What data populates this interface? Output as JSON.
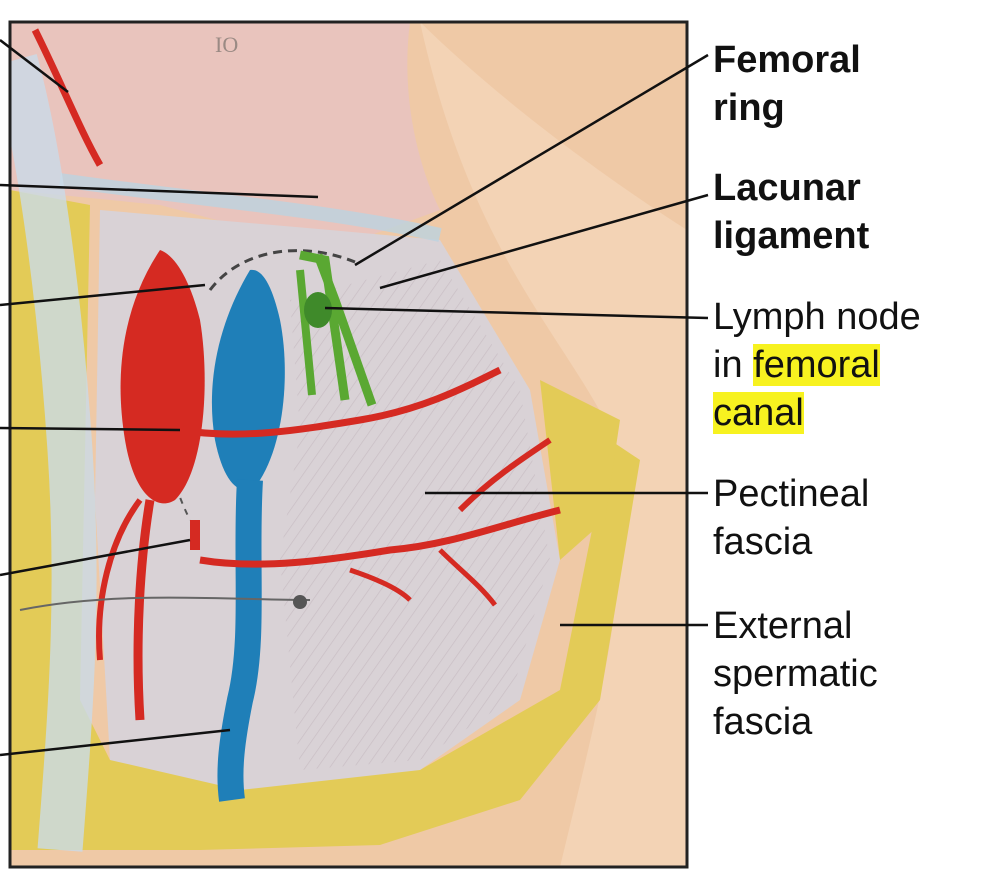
{
  "labels": {
    "femoral_ring": {
      "line1": "Femoral",
      "line2": "ring"
    },
    "lacunar_ligament": {
      "line1": "Lacunar",
      "line2": "ligament"
    },
    "lymph_node": {
      "line1": "Lymph node",
      "line2_prefix": "in ",
      "line2_highlight": "femoral",
      "line3_highlight": "canal"
    },
    "pectineal_fascia": {
      "line1": "Pectineal",
      "line2": "fascia"
    },
    "external_spermatic_fascia": {
      "line1": "External",
      "line2": "spermatic",
      "line3": "fascia"
    }
  },
  "annotation_text": "IO",
  "colors": {
    "artery": "#d52a22",
    "vein": "#1f7fb8",
    "lymph": "#5aa832",
    "fat": "#e3cb57",
    "skin": "#efc9a6",
    "fascia": "#d9d2d6",
    "highlight": "#f7f220",
    "frame": "#222222"
  }
}
